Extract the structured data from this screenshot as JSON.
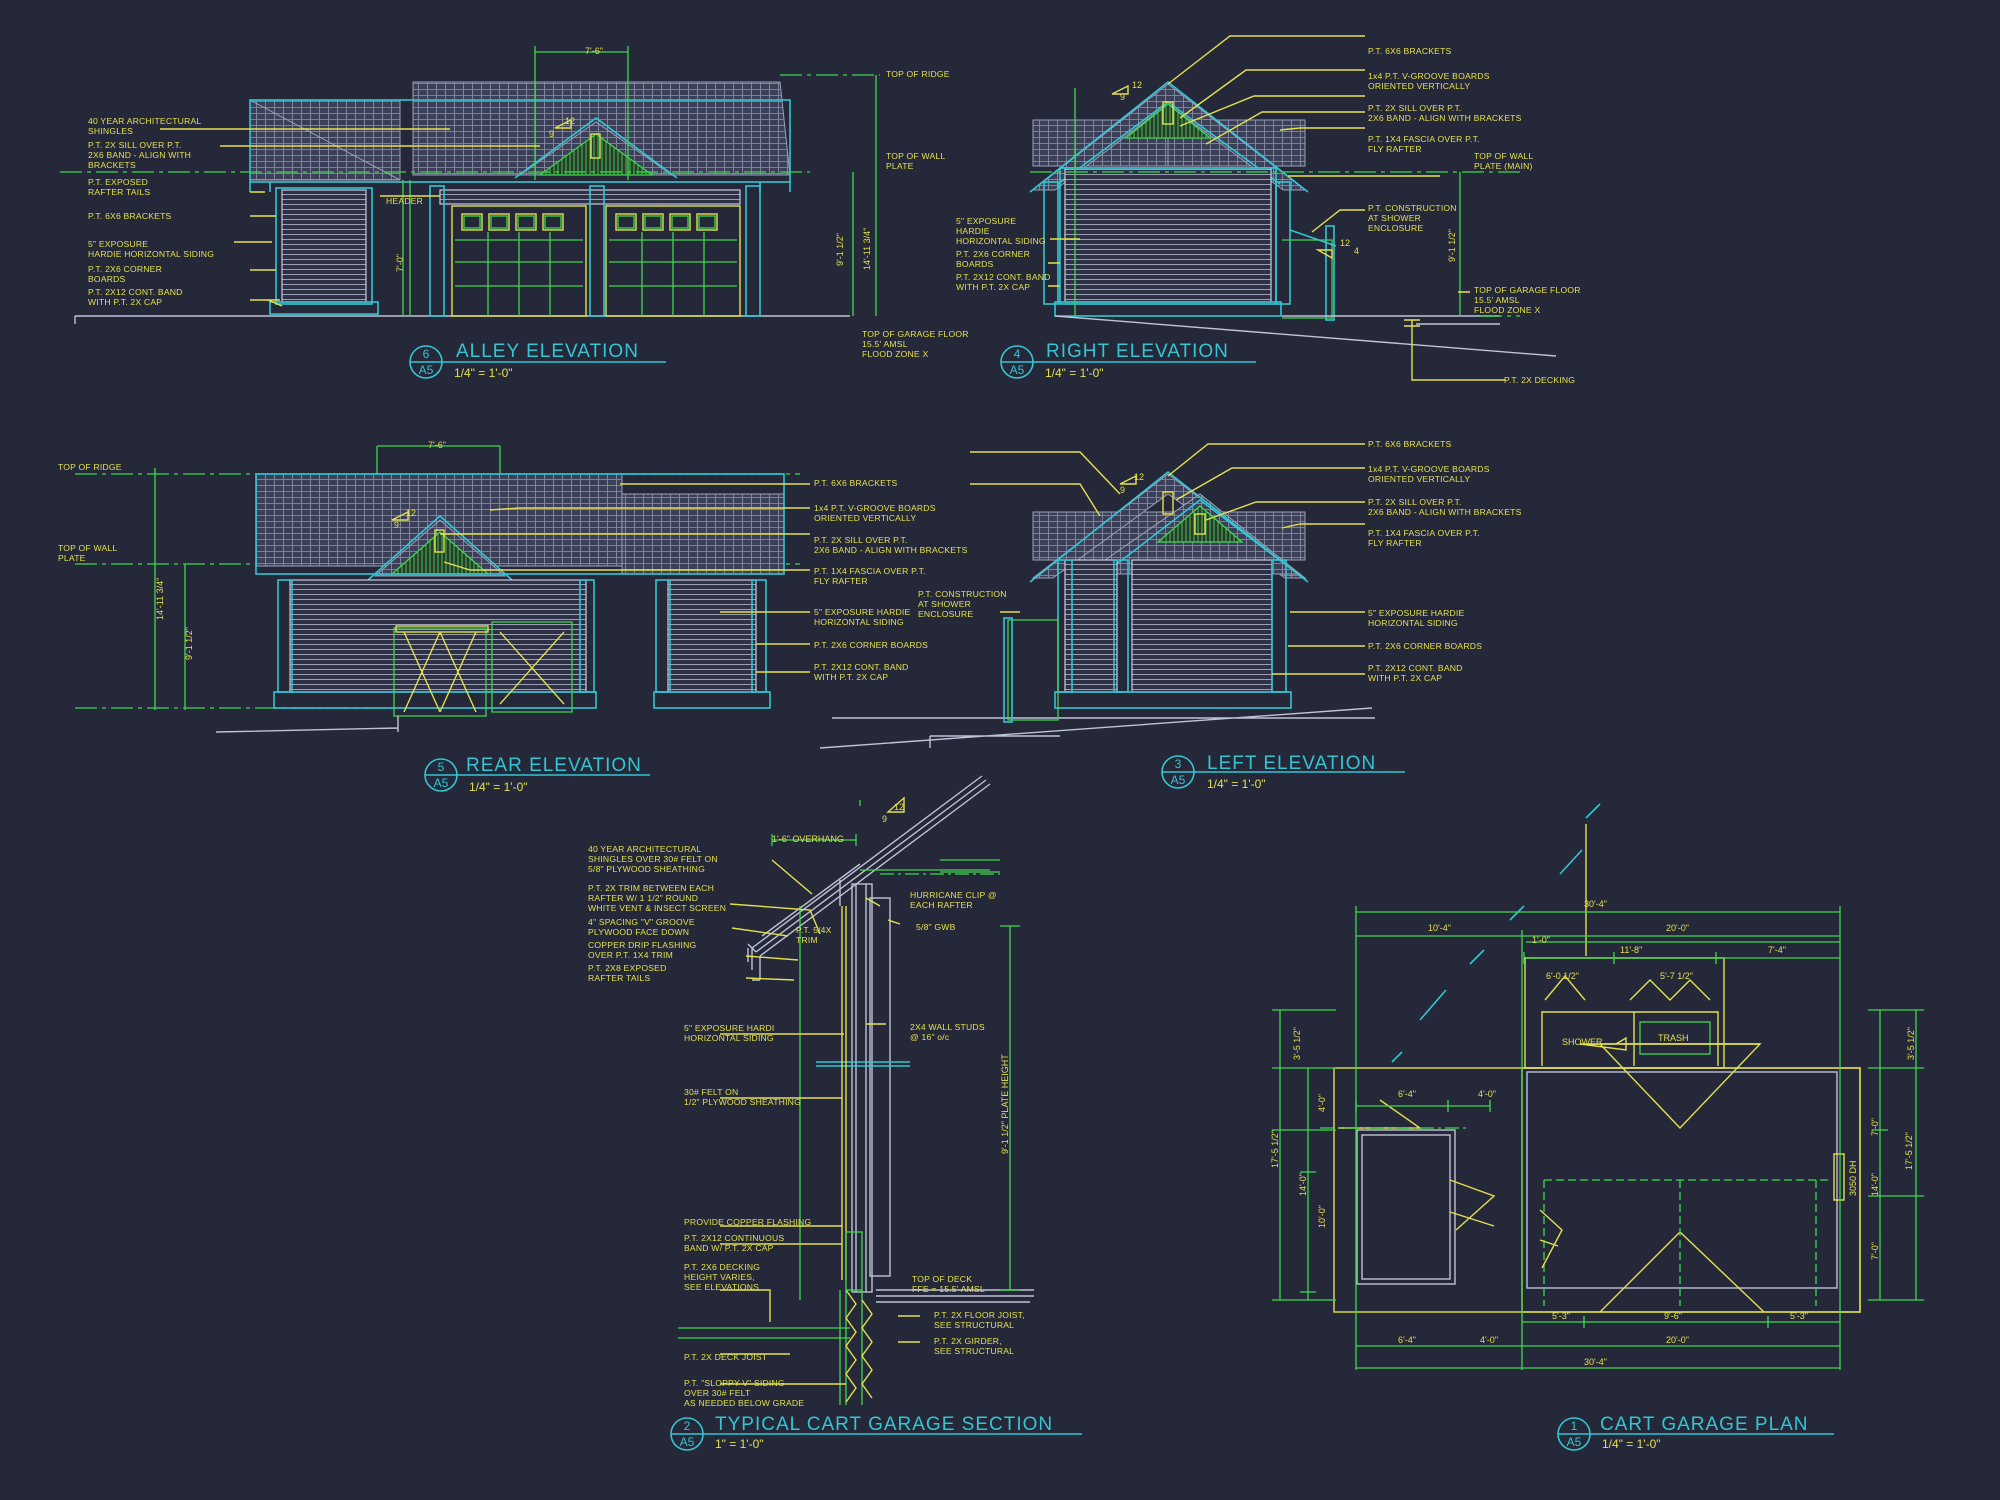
{
  "colors": {
    "background": "#252839",
    "notes": "#e3e04e",
    "dimensions": "#3fd64e",
    "titles": "#33c6d2"
  },
  "views": {
    "alley": {
      "title": "ALLEY ELEVATION",
      "scale": "1/4\" = 1'-0\"",
      "number": "6",
      "sheet": "A5",
      "notes": [
        "40 YEAR ARCHITECTURAL",
        "SHINGLES",
        "P.T. 2X SILL OVER P.T.",
        "2X6 BAND - ALIGN WITH",
        "BRACKETS",
        "P.T. EXPOSED",
        "RAFTER TAILS",
        "P.T. 6X6 BRACKETS",
        "5\" EXPOSURE",
        "HARDIE HORIZONTAL SIDING",
        "P.T. 2X6 CORNER",
        "BOARDS",
        "P.T. 2X12 CONT. BAND",
        "WITH P.T. 2X CAP",
        "HEADER"
      ],
      "dims": [
        "7'-6\"",
        "7'-0\"",
        "9'-1 1/2\"",
        "14'-11 3/4\"",
        "12",
        "9"
      ],
      "right_notes": [
        "TOP OF RIDGE",
        "TOP OF WALL",
        "PLATE",
        "TOP OF GARAGE FLOOR",
        "15.5' AMSL",
        "FLOOD ZONE X"
      ]
    },
    "right": {
      "title": "RIGHT ELEVATION",
      "scale": "1/4\" = 1'-0\"",
      "number": "4",
      "sheet": "A5",
      "notes": [
        "P.T. 6X6 BRACKETS",
        "1x4 P.T. V-GROOVE BOARDS",
        "ORIENTED VERTICALLY",
        "P.T. 2X SILL OVER P.T.",
        "2X6 BAND - ALIGN WITH BRACKETS",
        "P.T. 1X4 FASCIA OVER P.T.",
        "FLY RAFTER",
        "TOP OF WALL",
        "PLATE (MAIN)",
        "P.T. CONSTRUCTION",
        "AT SHOWER",
        "ENCLOSURE",
        "TOP OF GARAGE FLOOR",
        "15.5' AMSL",
        "FLOOD ZONE X",
        "P.T. 2X DECKING"
      ],
      "left_notes": [
        "5\" EXPOSURE",
        "HARDIE",
        "HORIZONTAL SIDING",
        "P.T. 2X6 CORNER",
        "BOARDS",
        "P.T. 2X12 CONT. BAND",
        "WITH P.T. 2X CAP"
      ],
      "dims": [
        "12",
        "9",
        "9'-1 1/2\"",
        "12",
        "4"
      ]
    },
    "rear": {
      "title": "REAR ELEVATION",
      "scale": "1/4\" = 1'-0\"",
      "number": "5",
      "sheet": "A5",
      "left_notes": [
        "TOP OF RIDGE",
        "TOP OF WALL",
        "PLATE"
      ],
      "notes": [
        "P.T. 6X6 BRACKETS",
        "1x4 P.T. V-GROOVE BOARDS",
        "ORIENTED VERTICALLY",
        "P.T. 2X SILL OVER P.T.",
        "2X6 BAND - ALIGN WITH BRACKETS",
        "P.T. 1X4 FASCIA OVER P.T.",
        "FLY RAFTER",
        "5\" EXPOSURE HARDIE",
        "HORIZONTAL SIDING",
        "P.T. 2X6 CORNER BOARDS",
        "P.T. 2X12 CONT. BAND",
        "WITH P.T. 2X CAP"
      ],
      "dims": [
        "7'-6\"",
        "14'-11 3/4\"",
        "9'-1 1/2\"",
        "12",
        "9"
      ]
    },
    "left": {
      "title": "LEFT ELEVATION",
      "scale": "1/4\" = 1'-0\"",
      "number": "3",
      "sheet": "A5",
      "notes": [
        "P.T. 6X6 BRACKETS",
        "1x4 P.T. V-GROOVE BOARDS",
        "ORIENTED VERTICALLY",
        "P.T. 2X SILL OVER P.T.",
        "2X6 BAND - ALIGN WITH BRACKETS",
        "P.T. 1X4 FASCIA OVER P.T.",
        "FLY RAFTER",
        "5\" EXPOSURE HARDIE",
        "HORIZONTAL SIDING",
        "P.T. 2X6 CORNER BOARDS",
        "P.T. 2X12 CONT. BAND",
        "WITH P.T. 2X CAP"
      ],
      "left_notes": [
        "P.T. CONSTRUCTION",
        "AT SHOWER",
        "ENCLOSURE"
      ],
      "dims": [
        "12",
        "9"
      ]
    },
    "section": {
      "title": "TYPICAL CART GARAGE SECTION",
      "scale": "1\" = 1'-0\"",
      "number": "2",
      "sheet": "A5",
      "notes": [
        "40 YEAR ARCHITECTURAL",
        "SHINGLES OVER 30# FELT ON",
        "5/8\" PLYWOOD SHEATHING",
        "P.T. 2X TRIM BETWEEN EACH",
        "RAFTER W/ 1 1/2\" ROUND",
        "WHITE VENT & INSECT SCREEN",
        "4\" SPACING \"V\" GROOVE",
        "PLYWOOD FACE DOWN",
        "COPPER DRIP FLASHING",
        "OVER P.T. 1X4 TRIM",
        "P.T. 2X8 EXPOSED",
        "RAFTER TAILS",
        "5\" EXPOSURE HARDI",
        "HORIZONTAL SIDING",
        "30# FELT ON",
        "1/2\" PLYWOOD SHEATHING",
        "PROVIDE COPPER FLASHING",
        "P.T. 2X12 CONTINUOUS",
        "BAND W/ P.T. 2X CAP",
        "P.T. 2X6 DECKING",
        "HEIGHT VARIES,",
        "SEE ELEVATIONS",
        "P.T. 2X DECK JOIST",
        "P.T. \"SLOPPY-V\" SIDING",
        "OVER 30# FELT",
        "AS NEEDED BELOW GRADE"
      ],
      "right_notes": [
        "HURRICANE CLIP @",
        "EACH RAFTER",
        "5/8\" GWB",
        "P.T. 5/4X",
        "TRIM",
        "2X4 WALL STUDS",
        "@ 16\" o/c",
        "TOP OF DECK",
        "FFE = 15.5' AMSL",
        "P.T. 2X FLOOR JOIST,",
        "SEE STRUCTURAL",
        "P.T. 2X GIRDER,",
        "SEE STRUCTURAL"
      ],
      "dims": [
        "1'-6\" OVERHANG",
        "12",
        "9",
        "9'-1 1/2\" PLATE HEIGHT"
      ]
    },
    "plan": {
      "title": "CART GARAGE PLAN",
      "scale": "1/4\" = 1'-0\"",
      "number": "1",
      "sheet": "A5",
      "top_dims": [
        "30'-4\"",
        "10'-4\"",
        "20'-0\"",
        "1'-0\"",
        "11'-8\"",
        "7'-4\"",
        "6'-0 1/2\"",
        "5'-7 1/2\"",
        "6'-4\"",
        "4'-0\""
      ],
      "bottom_dims": [
        "5'-3\"",
        "9'-6\"",
        "5'-3\"",
        "6'-4\"",
        "4'-0\"",
        "20'-0\"",
        "30'-4\""
      ],
      "left_dims": [
        "3'-5 1/2\"",
        "17'-5 1/2\"",
        "4'-0\"",
        "14'-0\"",
        "10'-0\""
      ],
      "right_dims": [
        "3'-5 1/2\"",
        "7'-0\"",
        "17'-5 1/2\"",
        "14'-0\"",
        "7'-0\""
      ],
      "labels": [
        "SHOWER",
        "TRASH",
        "3050 DH"
      ]
    }
  }
}
